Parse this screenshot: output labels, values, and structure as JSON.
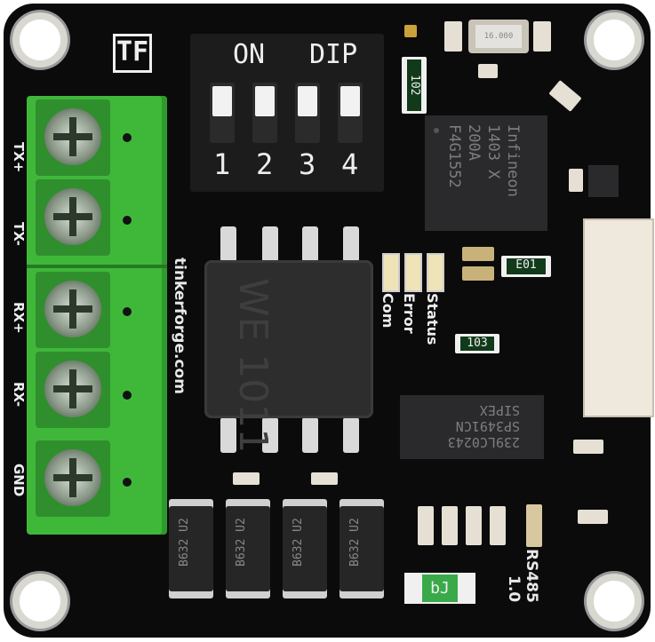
{
  "board": {
    "logo_text": "TF",
    "website": "tinkerforge.com",
    "product": "RS485",
    "version": "1.0"
  },
  "terminal_labels": [
    "TX+",
    "TX-",
    "RX+",
    "RX-",
    "GND"
  ],
  "dip_switch": {
    "label_on": "ON",
    "label_dip": "DIP",
    "positions": [
      "1",
      "2",
      "3",
      "4"
    ]
  },
  "leds": [
    "Com",
    "Error",
    "Status"
  ],
  "chips": {
    "mcu": [
      "Infineon",
      "1403 X",
      "200A",
      "F4G1552"
    ],
    "transceiver": [
      "239LC0243",
      "SP3491CN",
      "SIPEX"
    ],
    "inductor": "WE 1011",
    "crystal": "16.000"
  },
  "resistor_networks": [
    "102",
    "E01",
    "103"
  ],
  "fuse_marking": "bJ",
  "diode_marking": "B632 U2"
}
